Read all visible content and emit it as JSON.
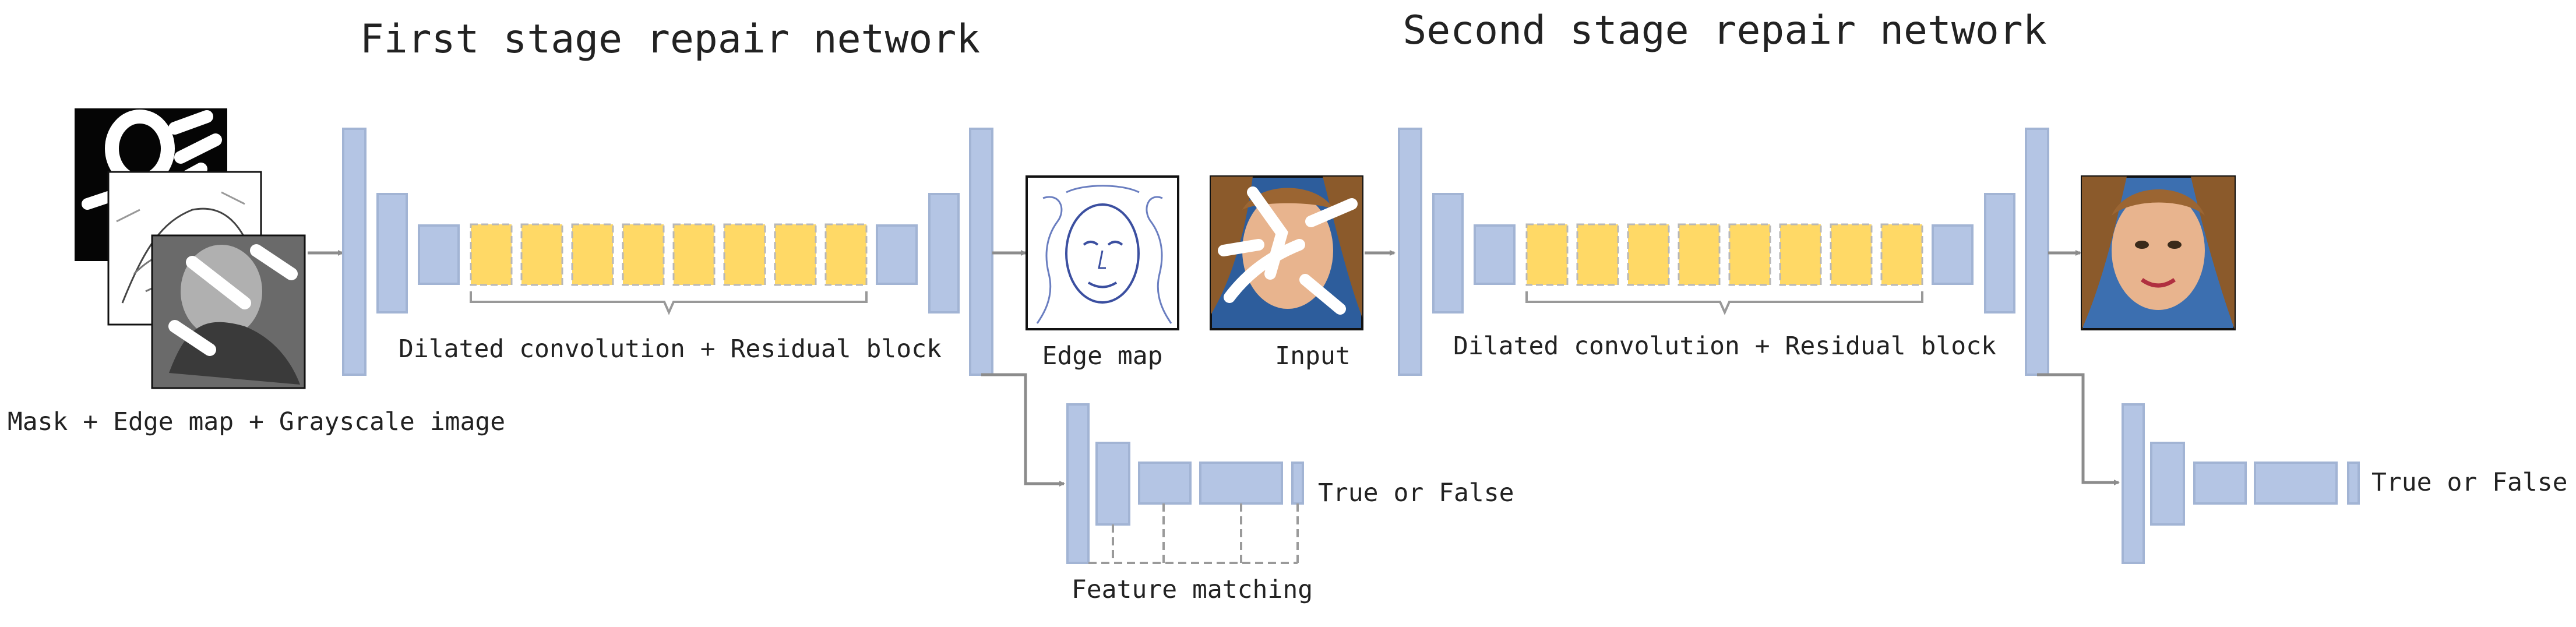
{
  "stage1": {
    "title": "First stage repair network",
    "block_label": "Dilated convolution + Residual block",
    "input_label": "Mask + Edge map + Grayscale image"
  },
  "stage2": {
    "title": "Second stage repair network",
    "block_label": "Dilated convolution + Residual block"
  },
  "labels": {
    "edge_map": "Edge map",
    "input": "Input",
    "true_false_1": "True or False",
    "true_false_2": "True or False",
    "feature_matching": "Feature matching"
  },
  "colors": {
    "conv_block": "#b4c5e4",
    "conv_border": "#a2b4d4",
    "residual_block": "#ffd966",
    "residual_border": "#b8b8b8",
    "arrow": "#8c8c8c",
    "dashed_line": "#9a9a9a"
  },
  "images": [
    "mask-image-icon",
    "edge-map-image-icon",
    "grayscale-image-icon",
    "edge-map-output-icon",
    "damaged-input-face-icon",
    "restored-face-icon"
  ]
}
